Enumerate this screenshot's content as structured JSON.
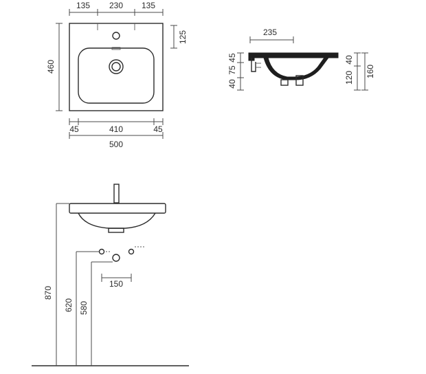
{
  "top_view": {
    "width_segments": [
      "135",
      "230",
      "135"
    ],
    "tap_offset": "125",
    "depth": "460",
    "bottom_segments": [
      "45",
      "410",
      "45"
    ],
    "total_width": "500"
  },
  "side_section": {
    "bowl_depth": "235",
    "left_stack": [
      "45",
      "75",
      "40"
    ],
    "right_stack": [
      "40",
      "120"
    ],
    "total_height": "160"
  },
  "installation": {
    "rim_height": "870",
    "drain_height": "620",
    "supply_height": "580",
    "supply_spacing": "150"
  }
}
